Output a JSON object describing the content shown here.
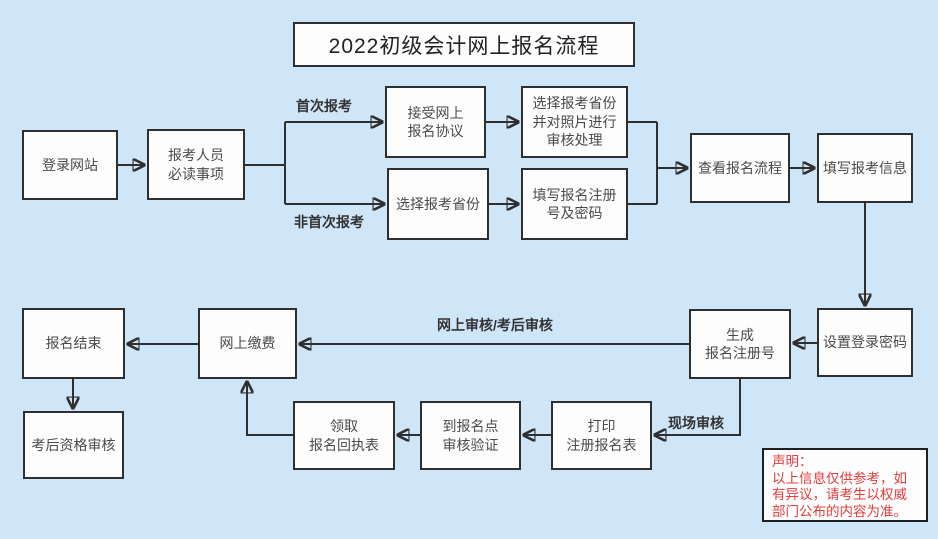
{
  "title": "2022初级会计网上报名流程",
  "nodes": {
    "login": "登录网站",
    "must_read": "报考人员\n必读事项",
    "accept_agreement": "接受网上\n报名协议",
    "select_province_photo": "选择报考省份\n并对照片进行\n审核处理",
    "select_province": "选择报考省份",
    "fill_reg_number": "填写报名注册\n号及密码",
    "view_process": "查看报名流程",
    "fill_info": "填写报考信息",
    "set_password": "设置登录密码",
    "generate_reg_number": "生成\n报名注册号",
    "online_payment": "网上缴费",
    "registration_end": "报名结束",
    "post_exam_review": "考后资格审核",
    "receipt_form": "领取\n报名回执表",
    "onsite_verification": "到报名点\n审核验证",
    "print_form": "打印\n注册报名表"
  },
  "edge_labels": {
    "first_time": "首次报考",
    "non_first_time": "非首次报考",
    "online_or_post_review": "网上审核/考后审核",
    "onsite_review": "现场审核"
  },
  "notice": {
    "heading": "声明：",
    "body": "以上信息仅供参考，如\n有异议，请考生以权威\n部门公布的内容为准。"
  },
  "colors": {
    "page_bg": "#cfe5f8",
    "box_fill": "#fdfdfd",
    "box_border": "#2f2f2f",
    "box_text": "#4a4a4a",
    "arrow": "#2f2f2f",
    "notice_text": "#e23c3c",
    "notice_border": "#1f1f1f"
  }
}
